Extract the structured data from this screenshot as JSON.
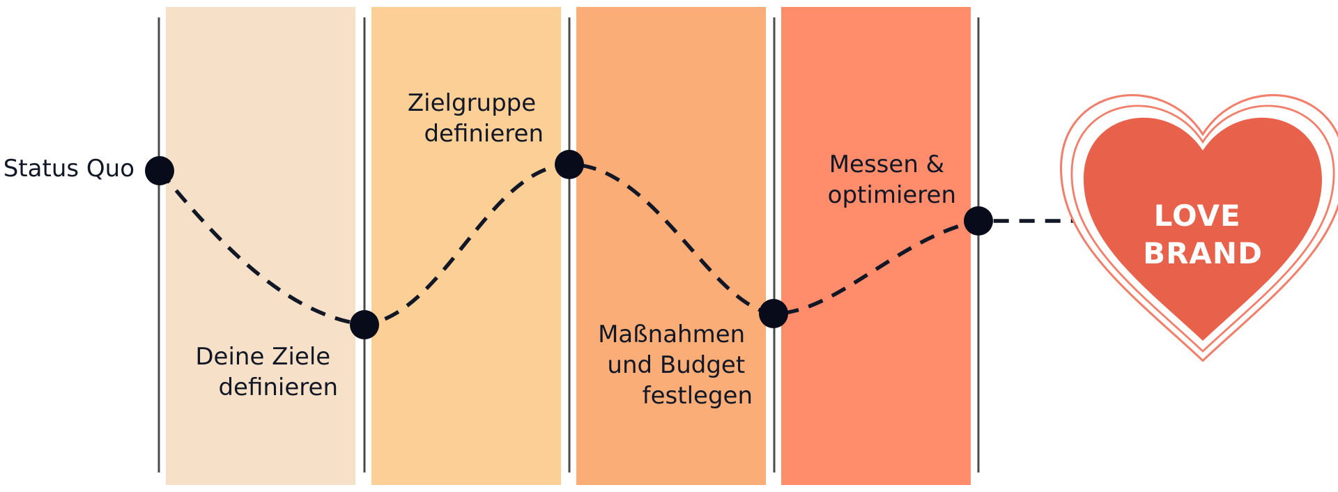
{
  "steps": [
    {
      "label_lines": [
        "Status Quo"
      ]
    },
    {
      "label_lines": [
        "Deine Ziele",
        "definieren"
      ]
    },
    {
      "label_lines": [
        "Zielgruppe",
        "definieren"
      ]
    },
    {
      "label_lines": [
        "Maßnahmen",
        "und Budget",
        "festlegen"
      ]
    },
    {
      "label_lines": [
        "Messen &",
        "optimieren"
      ]
    }
  ],
  "goal": {
    "lines": [
      "LOVE",
      "BRAND"
    ]
  },
  "colors": {
    "band_1": "#F7E0C8",
    "band_2": "#FBCF96",
    "band_3": "#FBAD78",
    "band_4": "#FF8D6C",
    "heart_fill": "#E8614A",
    "heart_outline": "#F0806C",
    "path": "#121726",
    "node": "#070B1A",
    "divider": "#4A4A4A",
    "text": "#121726"
  }
}
